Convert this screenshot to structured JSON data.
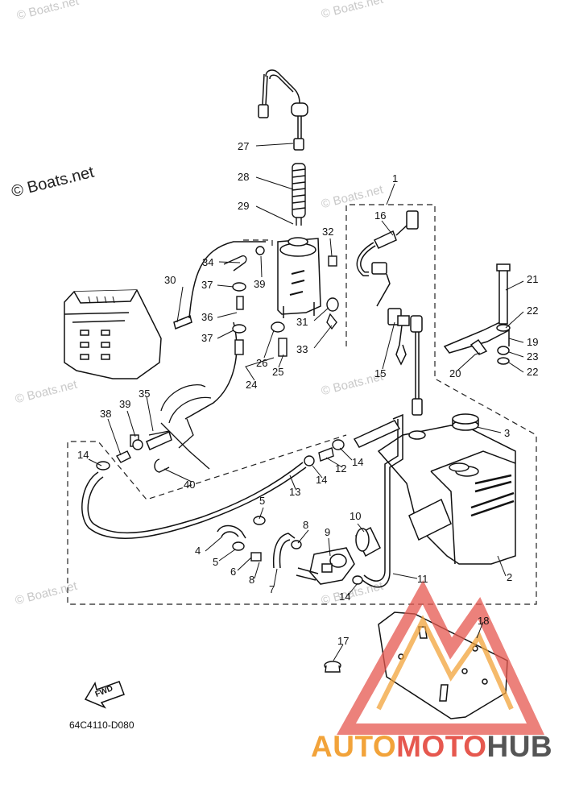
{
  "diagram": {
    "code": "64C4110-D080",
    "fwd_label": "FWD",
    "watermark": "© Boats.net",
    "watermark_faint": "© Boats.net",
    "brand": {
      "part1": "AUTO",
      "part2": "MOTO",
      "part3": "HUB"
    },
    "callouts": [
      "27",
      "28",
      "29",
      "1",
      "16",
      "32",
      "34",
      "39",
      "30",
      "37",
      "36",
      "37",
      "31",
      "33",
      "21",
      "22",
      "19",
      "23",
      "22",
      "20",
      "26",
      "25",
      "24",
      "15",
      "35",
      "39",
      "38",
      "3",
      "14",
      "12",
      "14",
      "40",
      "13",
      "14",
      "10",
      "9",
      "8",
      "5",
      "4",
      "5",
      "6",
      "8",
      "7",
      "11",
      "2",
      "14",
      "18",
      "17"
    ]
  }
}
